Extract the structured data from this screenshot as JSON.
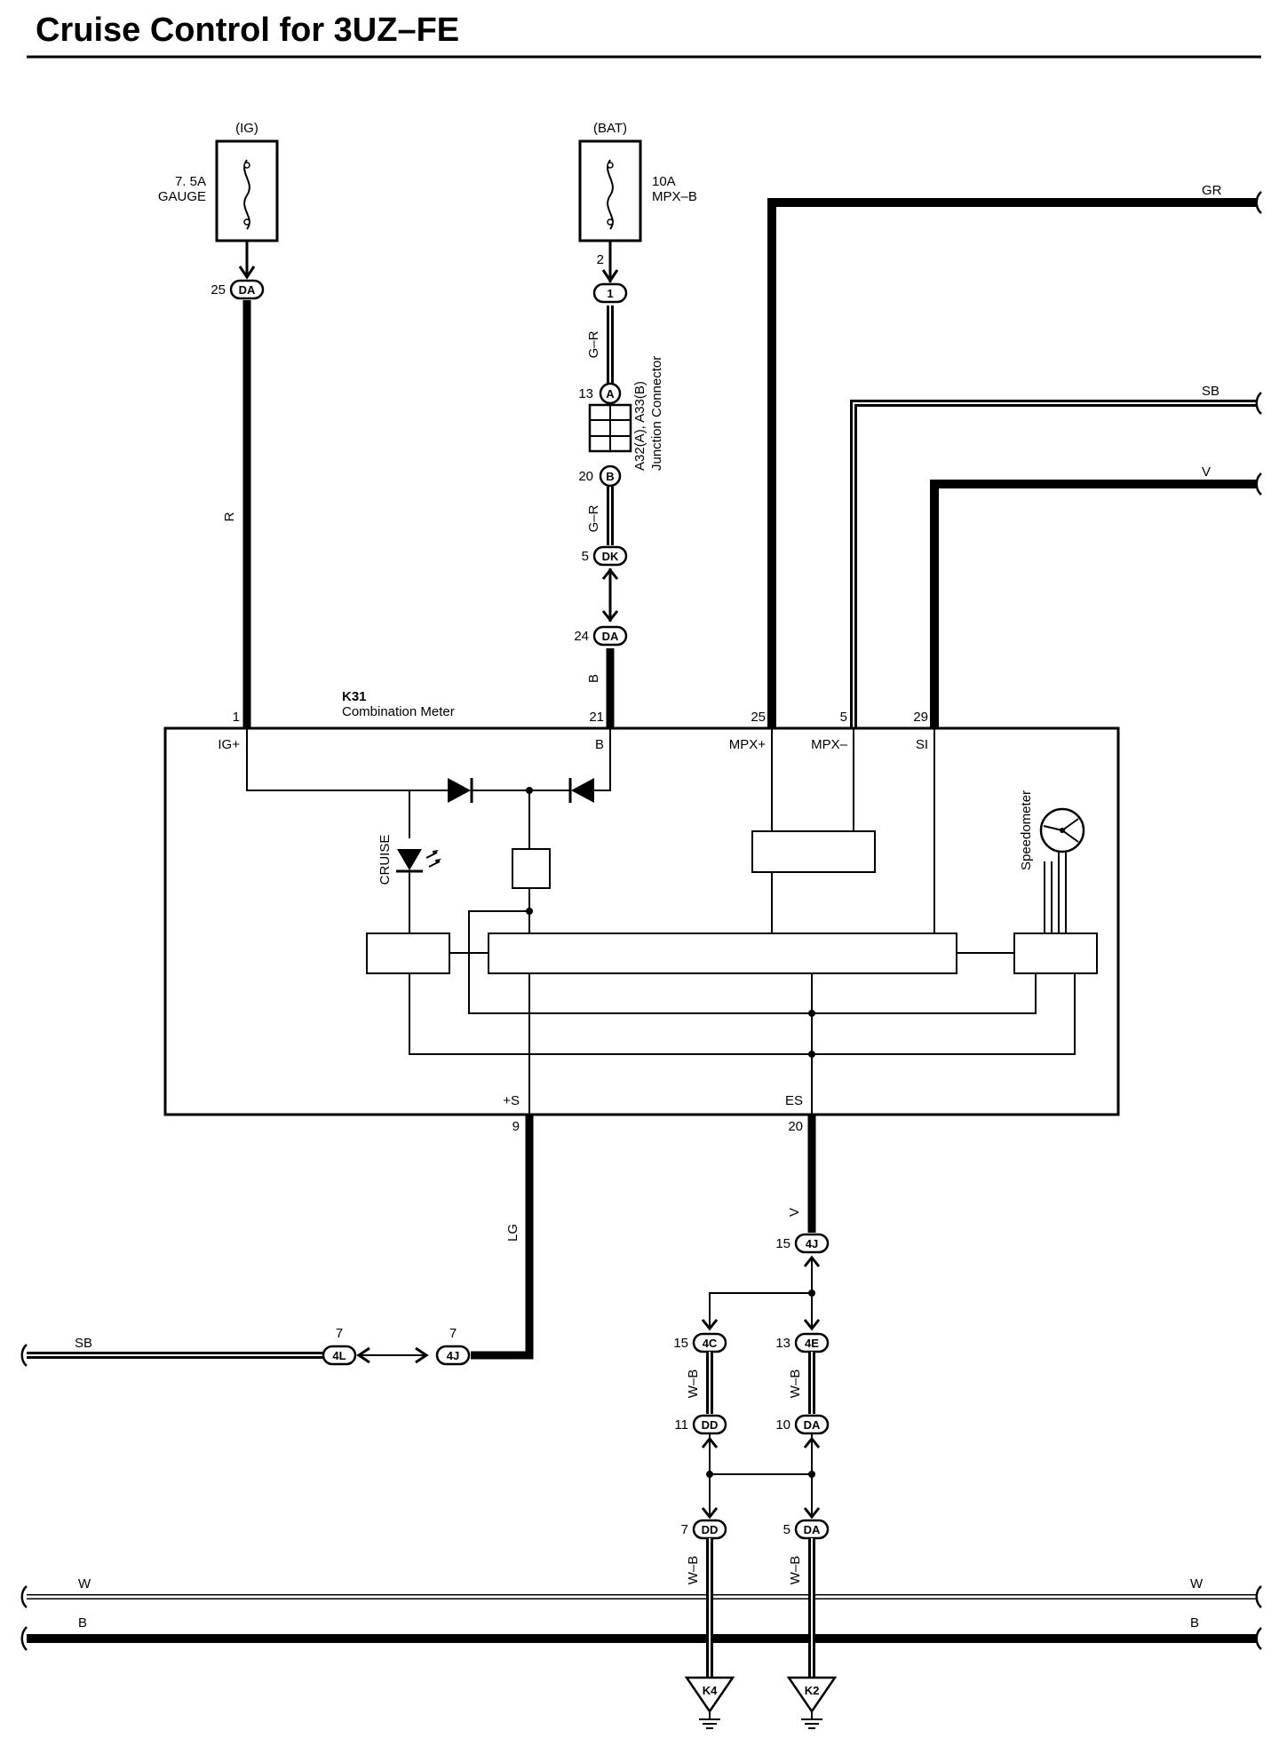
{
  "title": "Cruise Control for 3UZ–FE",
  "fuses": {
    "gauge": {
      "source": "(IG)",
      "rating": "7. 5A",
      "name": "GAUGE"
    },
    "mpxb": {
      "source": "(BAT)",
      "rating": "10A",
      "name": "MPX–B"
    }
  },
  "junction": {
    "code": "A32(A), A33(B)",
    "name": "Junction Connector"
  },
  "meter": {
    "code": "K31",
    "name": "Combination Meter"
  },
  "meter_terminals": {
    "ig": "IG+",
    "b": "B",
    "mpxp": "MPX+",
    "mpxm": "MPX–",
    "si": "SI",
    "s": "+S",
    "es": "ES"
  },
  "meter_pins": {
    "ig": "1",
    "b": "21",
    "mpxp": "25",
    "mpxm": "5",
    "si": "29",
    "s": "9",
    "es": "20"
  },
  "components": {
    "indicator": "CRUISE",
    "speedometer": "Speedometer"
  },
  "wire_colors": {
    "r": "R",
    "gr_fuse": "G–R",
    "gr_mid": "G–R",
    "b_meter": "B",
    "gr_top": "GR",
    "sb_top": "SB",
    "v_top": "V",
    "lg": "LG",
    "v_es": "V",
    "sb_left": "SB",
    "wb_4c": "W–B",
    "wb_4e": "W–B",
    "wb_dd": "W–B",
    "wb_da": "W–B",
    "w_left": "W",
    "w_right": "W",
    "b_left": "B",
    "b_right": "B"
  },
  "connectors": {
    "da25": {
      "pin": "25",
      "code": "DA"
    },
    "c2": {
      "pin": "2",
      "code": "1"
    },
    "a13": {
      "pin": "13",
      "code": "A"
    },
    "b20": {
      "pin": "20",
      "code": "B"
    },
    "dk5": {
      "pin": "5",
      "code": "DK"
    },
    "da24": {
      "pin": "24",
      "code": "DA"
    },
    "j15": {
      "pin": "15",
      "code": "4J"
    },
    "l7": {
      "pin": "7",
      "code": "4L"
    },
    "j7": {
      "pin": "7",
      "code": "4J"
    },
    "c15": {
      "pin": "15",
      "code": "4C"
    },
    "e13": {
      "pin": "13",
      "code": "4E"
    },
    "dd11": {
      "pin": "11",
      "code": "DD"
    },
    "da10": {
      "pin": "10",
      "code": "DA"
    },
    "dd7": {
      "pin": "7",
      "code": "DD"
    },
    "da5": {
      "pin": "5",
      "code": "DA"
    }
  },
  "grounds": {
    "k4": "K4",
    "k2": "K2"
  }
}
